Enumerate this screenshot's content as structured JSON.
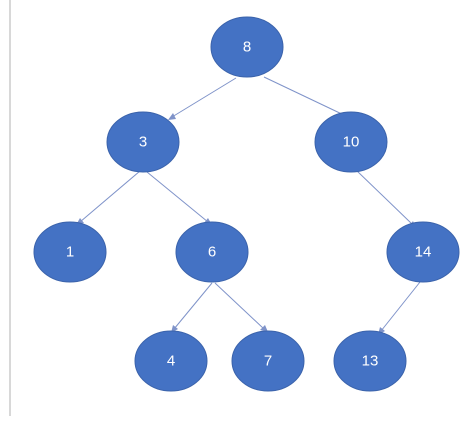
{
  "diagram": {
    "nodes": [
      {
        "id": "n8",
        "label": "8"
      },
      {
        "id": "n3",
        "label": "3"
      },
      {
        "id": "n10",
        "label": "10"
      },
      {
        "id": "n1",
        "label": "1"
      },
      {
        "id": "n6",
        "label": "6"
      },
      {
        "id": "n14",
        "label": "14"
      },
      {
        "id": "n4",
        "label": "4"
      },
      {
        "id": "n7",
        "label": "7"
      },
      {
        "id": "n13",
        "label": "13"
      }
    ],
    "edges": [
      {
        "from": "n8",
        "to": "n3"
      },
      {
        "from": "n8",
        "to": "n10"
      },
      {
        "from": "n3",
        "to": "n1"
      },
      {
        "from": "n3",
        "to": "n6"
      },
      {
        "from": "n10",
        "to": "n14"
      },
      {
        "from": "n6",
        "to": "n4"
      },
      {
        "from": "n6",
        "to": "n7"
      },
      {
        "from": "n14",
        "to": "n13"
      }
    ],
    "colors": {
      "node_fill": "#4472c4",
      "node_text": "#ffffff",
      "edge": "#7f93c9"
    }
  }
}
